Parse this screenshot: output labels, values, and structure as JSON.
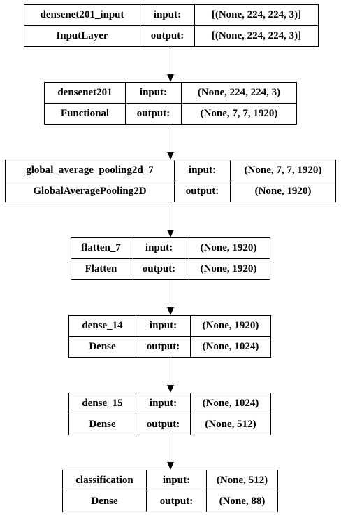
{
  "diagram": {
    "layers": [
      {
        "id": "densenet201_input",
        "name": "densenet201_input",
        "type": "InputLayer",
        "input_label": "input:",
        "output_label": "output:",
        "input_shape": "[(None, 224, 224, 3)]",
        "output_shape": "[(None, 224, 224, 3)]"
      },
      {
        "id": "densenet201",
        "name": "densenet201",
        "type": "Functional",
        "input_label": "input:",
        "output_label": "output:",
        "input_shape": "(None, 224, 224, 3)",
        "output_shape": "(None, 7, 7, 1920)"
      },
      {
        "id": "global_average_pooling2d_7",
        "name": "global_average_pooling2d_7",
        "type": "GlobalAveragePooling2D",
        "input_label": "input:",
        "output_label": "output:",
        "input_shape": "(None, 7, 7, 1920)",
        "output_shape": "(None, 1920)"
      },
      {
        "id": "flatten_7",
        "name": "flatten_7",
        "type": "Flatten",
        "input_label": "input:",
        "output_label": "output:",
        "input_shape": "(None, 1920)",
        "output_shape": "(None, 1920)"
      },
      {
        "id": "dense_14",
        "name": "dense_14",
        "type": "Dense",
        "input_label": "input:",
        "output_label": "output:",
        "input_shape": "(None, 1920)",
        "output_shape": "(None, 1024)"
      },
      {
        "id": "dense_15",
        "name": "dense_15",
        "type": "Dense",
        "input_label": "input:",
        "output_label": "output:",
        "input_shape": "(None, 1024)",
        "output_shape": "(None, 512)"
      },
      {
        "id": "classification",
        "name": "classification",
        "type": "Dense",
        "input_label": "input:",
        "output_label": "output:",
        "input_shape": "(None, 512)",
        "output_shape": "(None, 88)"
      }
    ]
  }
}
